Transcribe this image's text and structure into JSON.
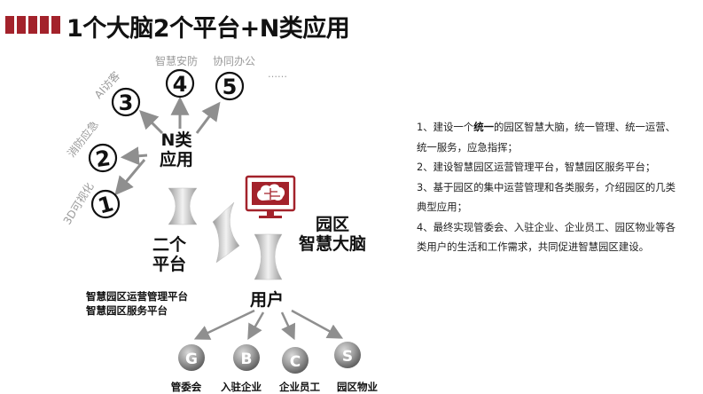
{
  "title": "1个大脑2个平台+N类应用",
  "apps": [
    {
      "num": "1",
      "label": "3D可视化"
    },
    {
      "num": "2",
      "label": "消防应急"
    },
    {
      "num": "3",
      "label": "AI访客"
    },
    {
      "num": "4",
      "label": "智慧安防"
    },
    {
      "num": "5",
      "label": "协同办公"
    }
  ],
  "more": "……",
  "hubs": {
    "apps": "N类\n应用",
    "brain": "园区\n智慧大脑",
    "platform": "二个\n平台",
    "users": "用户"
  },
  "platform_list": [
    "智慧园区运营管理平台",
    "智慧园区服务平台"
  ],
  "users": [
    {
      "letter": "G",
      "label": "管委会"
    },
    {
      "letter": "B",
      "label": "入驻企业"
    },
    {
      "letter": "C",
      "label": "企业员工"
    },
    {
      "letter": "S",
      "label": "园区物业"
    }
  ],
  "colors": {
    "accent": "#a3222b",
    "arrow": "#8f8f8f"
  },
  "description": {
    "p1_pre": "1、建设一个",
    "p1_hl": "统一",
    "p1_post": "的园区智慧大脑，统一管理、统一运营、统一服务，应急指挥；",
    "p2": "2、建设智慧园区运营管理平台，智慧园区服务平台；",
    "p3": "3、基于园区的集中运营管理和各类服务，介绍园区的几类典型应用；",
    "p4": "4、最终实现管委会、入驻企业、企业员工、园区物业等各类用户的生活和工作需求，共同促进智慧园区建设。"
  }
}
